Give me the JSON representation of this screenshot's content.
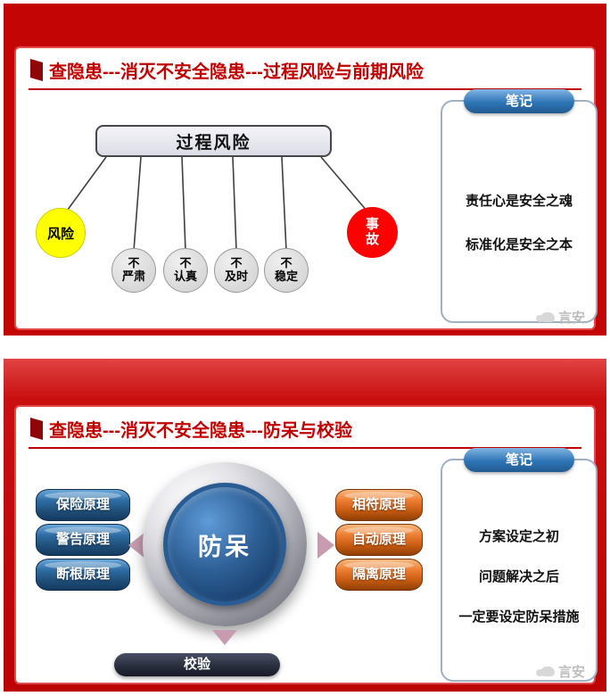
{
  "colors": {
    "background_red": "#c30505",
    "title_red": "#c00000",
    "note_pill_blue": "#2e75b6",
    "risk_yellow": "#ffff00",
    "accident_red": "#fe0000",
    "node_gray": "#d9d9d9",
    "cylinder_blue": "#1f4e79",
    "cylinder_orange": "#c55a11",
    "arrow_rose": "#c79cb0",
    "verify_dark": "#272c3b",
    "ring_silver": "#bcbcc4"
  },
  "slide1": {
    "title": "查隐患---消灭不安全隐患---过程风险与前期风险",
    "diagram": {
      "root": "过程风险",
      "nodes": [
        {
          "label": "风险"
        },
        {
          "label": "不\n严肃"
        },
        {
          "label": "不\n认真"
        },
        {
          "label": "不\n及时"
        },
        {
          "label": "不\n稳定"
        },
        {
          "label": "事\n故"
        }
      ]
    },
    "notes": {
      "header": "笔记",
      "lines": [
        "责任心是安全之魂",
        "标准化是安全之本"
      ]
    },
    "watermark": "言安"
  },
  "slide2": {
    "title": "查隐患---消灭不安全隐患---防呆与校验",
    "center_label": "防呆",
    "left_principles": [
      "保险原理",
      "警告原理",
      "断根原理"
    ],
    "right_principles": [
      "相符原理",
      "自动原理",
      "隔离原理"
    ],
    "bottom_label": "校验",
    "notes": {
      "header": "笔记",
      "lines": [
        "方案设定之初",
        "问题解决之后",
        "一定要设定防呆措施"
      ]
    },
    "watermark": "言安"
  }
}
